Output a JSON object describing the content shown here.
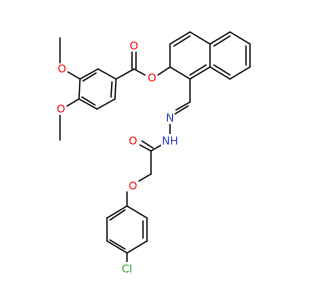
{
  "molecule": {
    "atom_labels": {
      "o_carbonyl_ester": "O",
      "o_ester": "O",
      "o_methoxy_1": "O",
      "o_methoxy_2": "O",
      "n_imine": "N",
      "nh_hydrazide": "NH",
      "o_amide": "O",
      "o_ether": "O",
      "cl": "Cl"
    },
    "colors": {
      "bond": "#1a1a1a",
      "oxygen": "#ff0000",
      "nitrogen": "#2e3bd6",
      "chlorine": "#1fa51f",
      "background": "#ffffff"
    }
  }
}
